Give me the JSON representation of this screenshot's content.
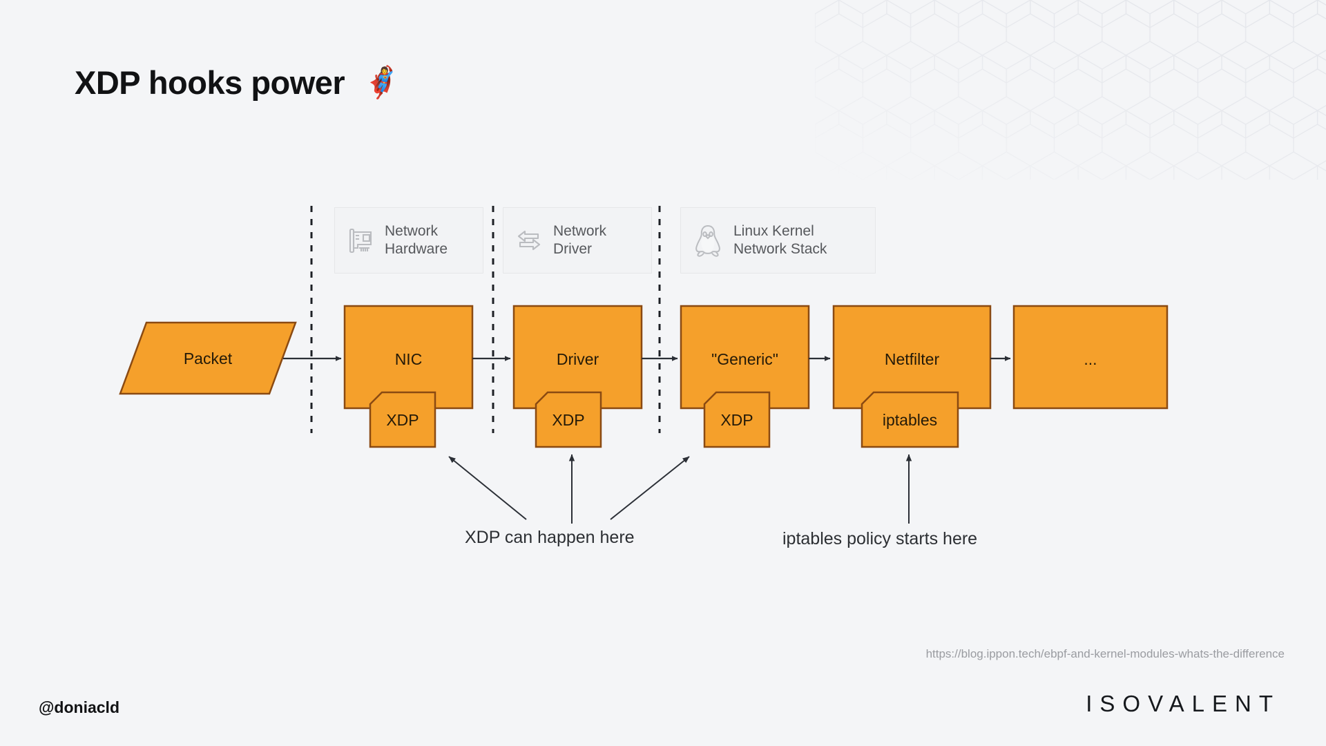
{
  "slide": {
    "title": "XDP hooks power",
    "title_emoji": "🦸‍♀️",
    "background_color": "#f4f5f7",
    "accent_color": "#f5a02b",
    "accent_border_color": "#8a4a12"
  },
  "diagram": {
    "headers": [
      {
        "icon": "nic-card-icon",
        "label_line1": "Network",
        "label_line2": "Hardware"
      },
      {
        "icon": "bidirectional-arrows-icon",
        "label_line1": "Network",
        "label_line2": "Driver"
      },
      {
        "icon": "tux-penguin-icon",
        "label_line1": "Linux Kernel",
        "label_line2": "Network Stack"
      }
    ],
    "packet": {
      "label": "Packet"
    },
    "stages": [
      {
        "label": "NIC",
        "hook": "XDP"
      },
      {
        "label": "Driver",
        "hook": "XDP"
      },
      {
        "label": "\"Generic\"",
        "hook": "XDP"
      },
      {
        "label": "Netfilter",
        "hook": "iptables"
      },
      {
        "label": "...",
        "hook": null
      }
    ],
    "annotations": [
      {
        "label": "XDP can happen here"
      },
      {
        "label": "iptables policy starts here"
      }
    ]
  },
  "footer": {
    "source_url": "https://blog.ippon.tech/ebpf-and-kernel-modules-whats-the-difference",
    "handle": "@doniacld",
    "brand": "ISOVALENT"
  }
}
